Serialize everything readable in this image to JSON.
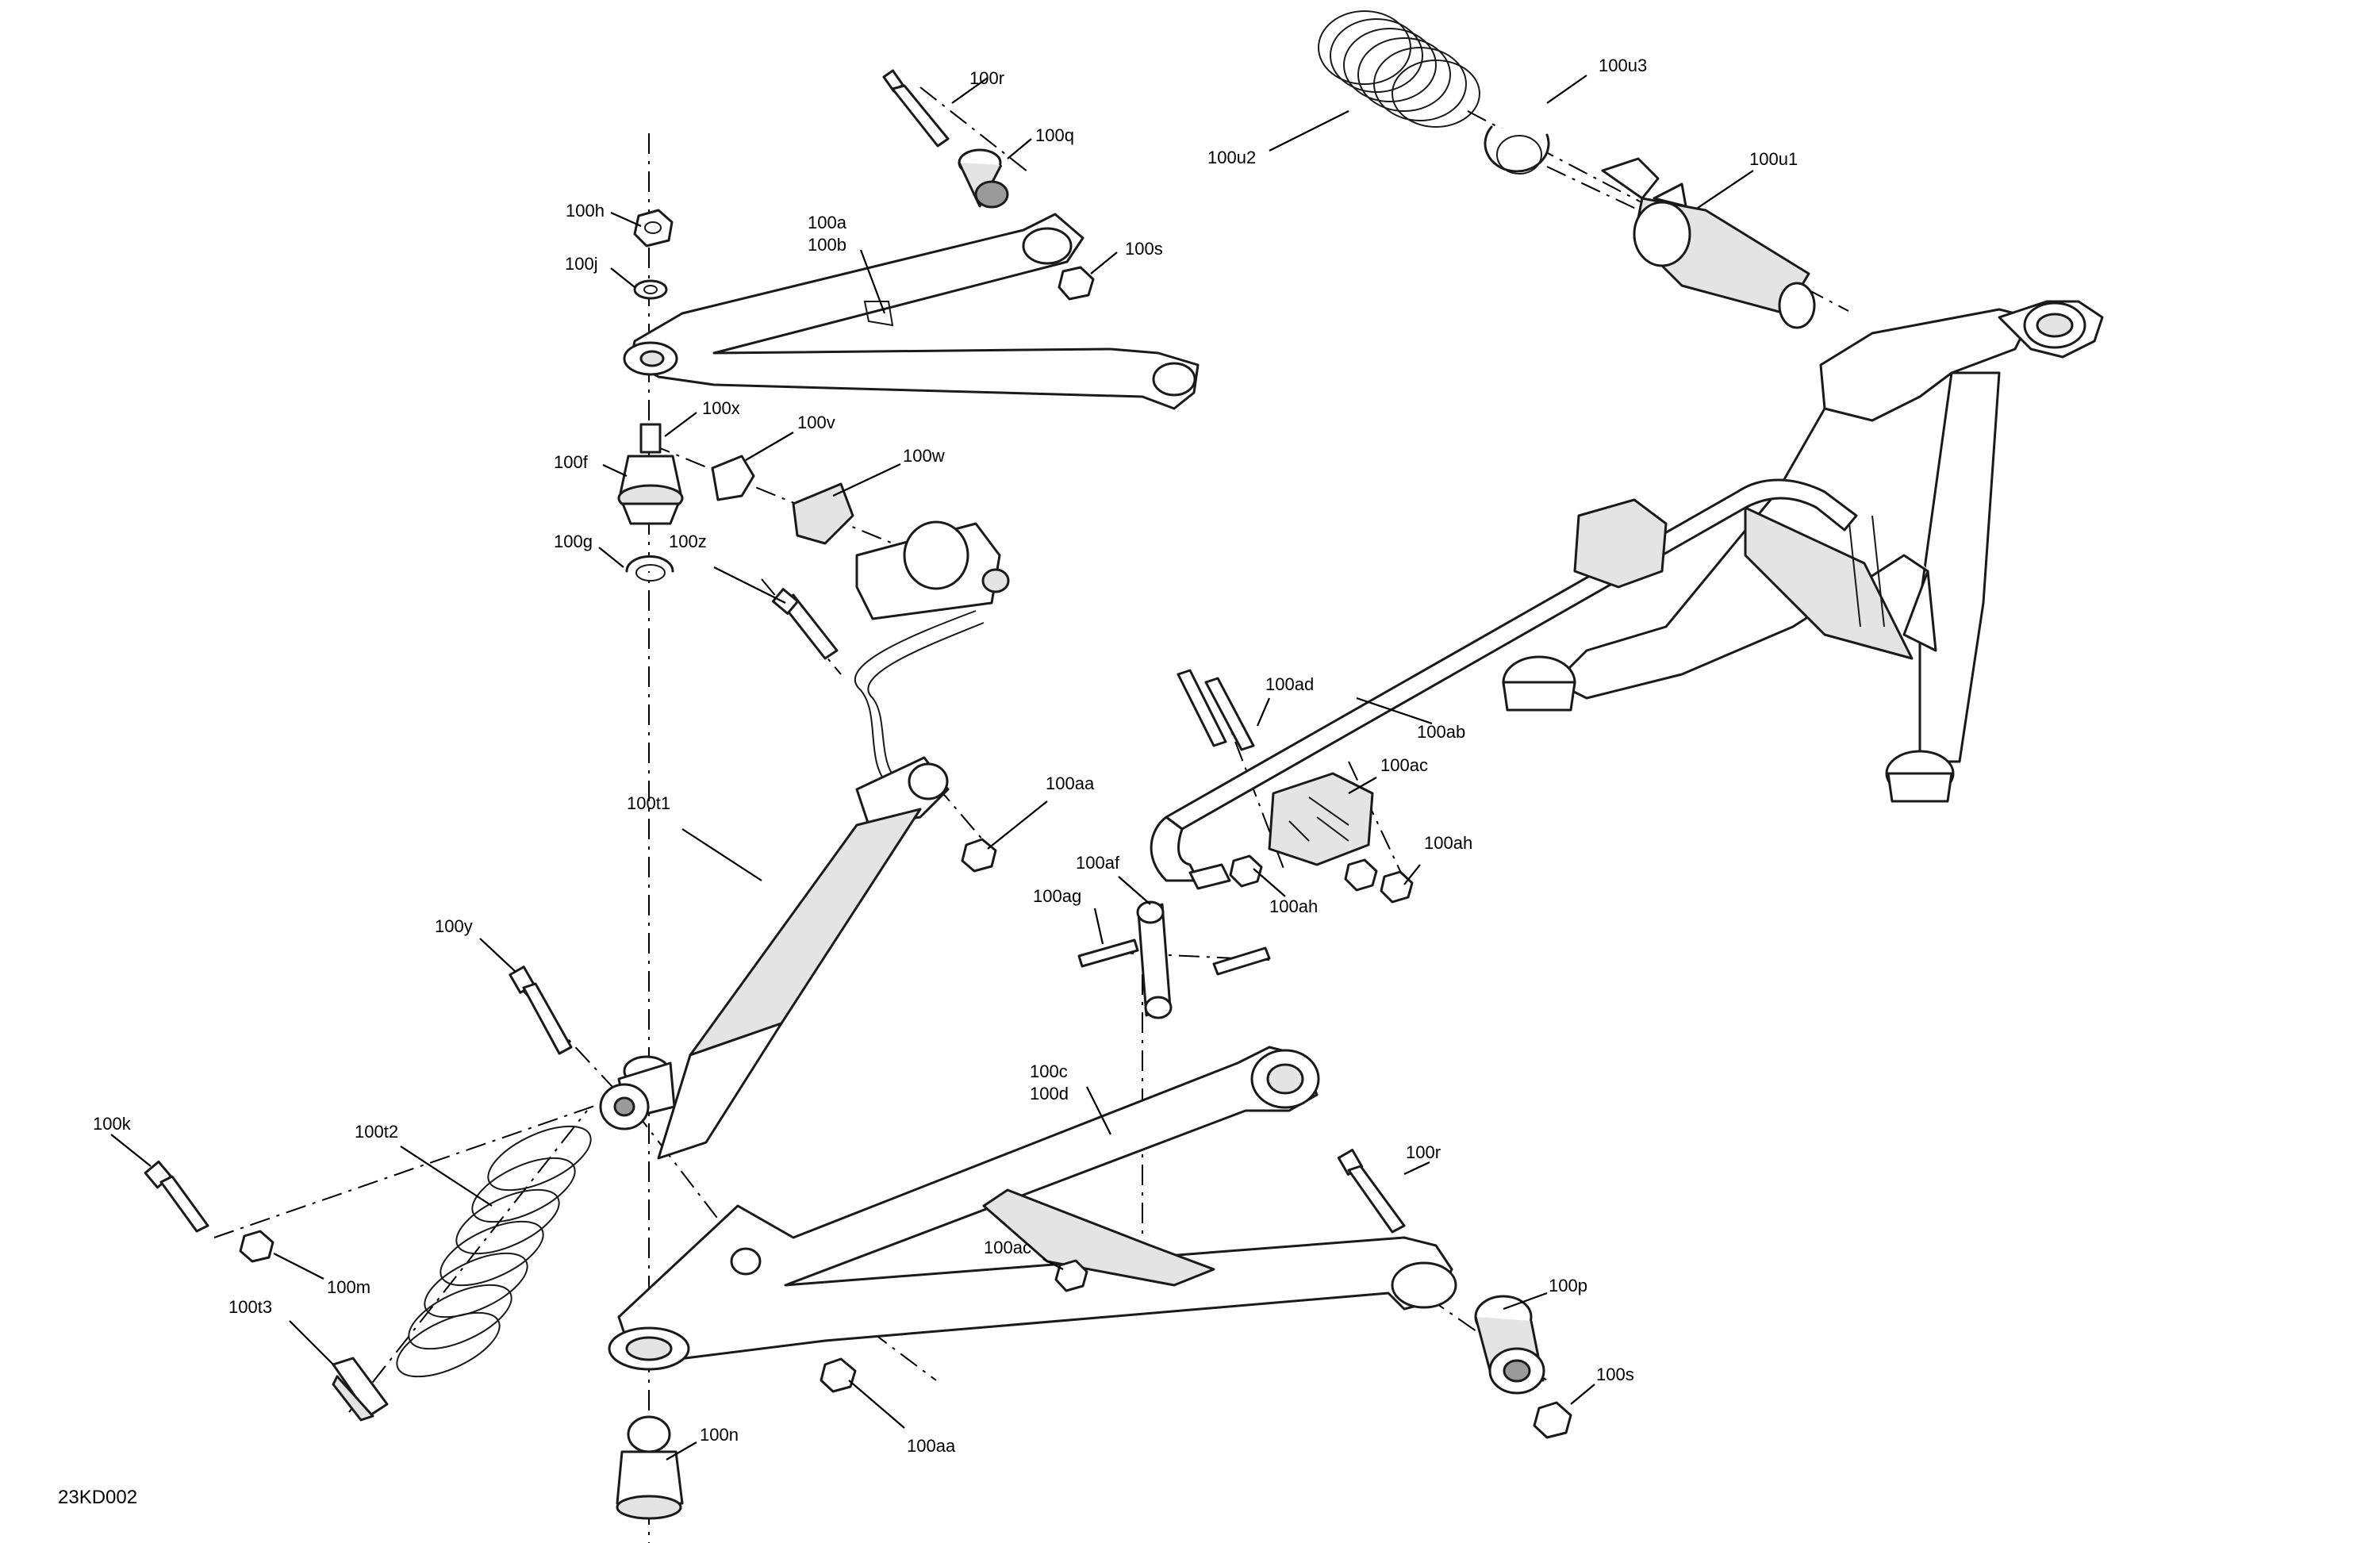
{
  "figure": {
    "reference": "23KD002"
  },
  "callouts": {
    "c100r_top": "100r",
    "c100q": "100q",
    "c100h": "100h",
    "c100a": "100a",
    "c100b": "100b",
    "c100j": "100j",
    "c100s_top": "100s",
    "c100x": "100x",
    "c100v": "100v",
    "c100f": "100f",
    "c100w": "100w",
    "c100g": "100g",
    "c100z": "100z",
    "c100u3": "100u3",
    "c100u2": "100u2",
    "c100u1": "100u1",
    "c100t1": "100t1",
    "c100aa_top": "100aa",
    "c100ad": "100ad",
    "c100ab": "100ab",
    "c100ac_top": "100ac",
    "c100af": "100af",
    "c100ag": "100ag",
    "c100ah_right": "100ah",
    "c100ah_left": "100ah",
    "c100y": "100y",
    "c100c": "100c",
    "c100d": "100d",
    "c100k": "100k",
    "c100t2": "100t2",
    "c100r_bottom": "100r",
    "c100ac_bottom": "100ac",
    "c100m": "100m",
    "c100t3": "100t3",
    "c100p": "100p",
    "c100s_bottom": "100s",
    "c100n": "100n",
    "c100aa_bottom": "100aa"
  }
}
